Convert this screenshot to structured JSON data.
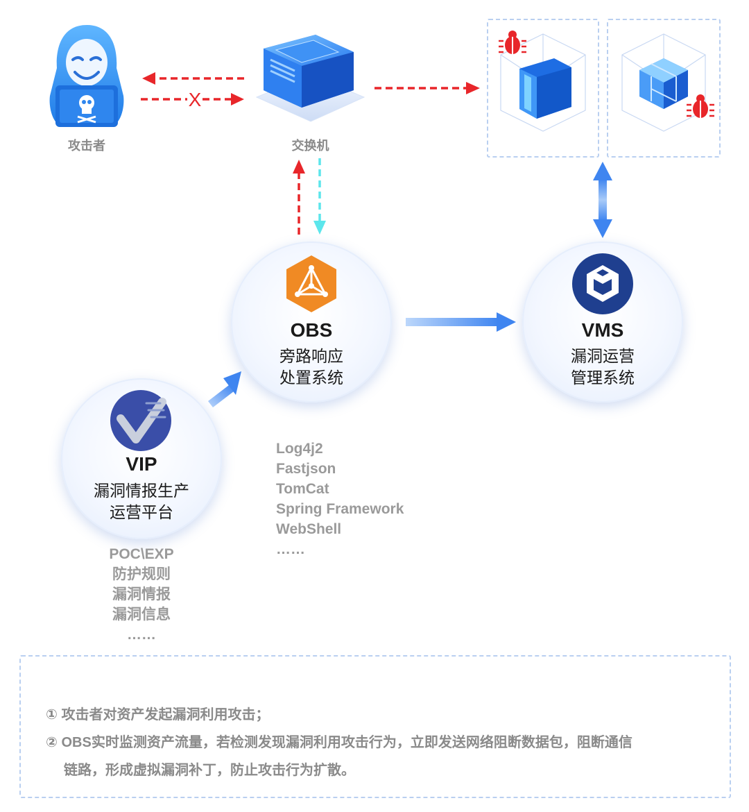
{
  "nodes": {
    "attacker": {
      "label": "攻击者"
    },
    "switch": {
      "label": "交换机"
    },
    "obs": {
      "title": "OBS",
      "line1": "旁路响应",
      "line2": "处置系统"
    },
    "vms": {
      "title": "VMS",
      "line1": "漏洞运营",
      "line2": "管理系统"
    },
    "vip": {
      "title": "VIP",
      "line1": "漏洞情报生产",
      "line2": "运营平台"
    }
  },
  "arrows": {
    "blocked_mark": "X"
  },
  "obs_list": [
    "Log4j2",
    "Fastjson",
    "TomCat",
    "Spring Framework",
    "WebShell",
    "……"
  ],
  "vip_list": [
    "POC\\EXP",
    "防护规则",
    "漏洞情报",
    "漏洞信息",
    "……"
  ],
  "notes": {
    "line1": "① 攻击者对资产发起漏洞利用攻击；",
    "line2": "② OBS实时监测资产流量，若检测发现漏洞利用攻击行为，立即发送网络阻断数据包，阻断通信",
    "line3": "链路，形成虚拟漏洞补丁，防止攻击行为扩散。"
  },
  "colors": {
    "attack": "#e8262a",
    "monitor": "#5ce6ec",
    "flow": "#4a8cf0",
    "obs_orange": "#f08a24",
    "vms_navy": "#1f3f8f"
  }
}
